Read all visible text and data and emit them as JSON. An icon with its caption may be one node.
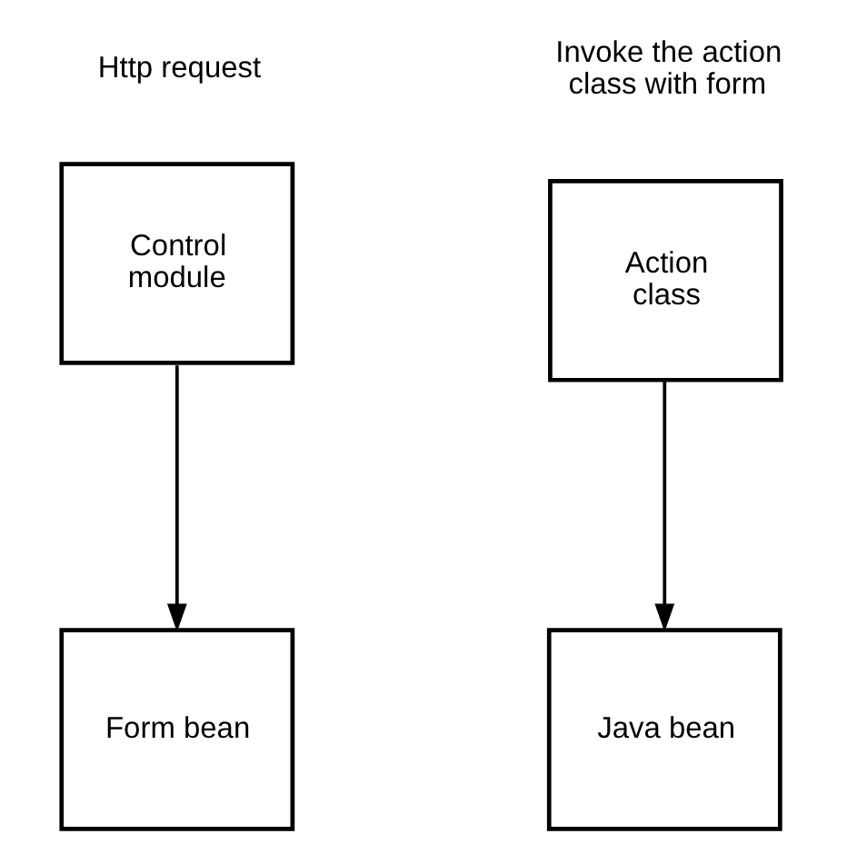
{
  "diagram": {
    "nodes": [
      {
        "text": [
          "Control module"
        ],
        "beside": [
          "Http request"
        ]
      },
      {
        "text": [
          "Action class"
        ],
        "beside": [
          "Invoke the action class with form"
        ]
      },
      {
        "text": [
          "Form bean"
        ]
      },
      {
        "text": [
          "Java bean"
        ]
      }
    ],
    "edges": [
      {
        "from": 0,
        "to": 2,
        "arrow": "to"
      },
      {
        "from": 1,
        "to": 3,
        "arrow": "to"
      }
    ]
  }
}
